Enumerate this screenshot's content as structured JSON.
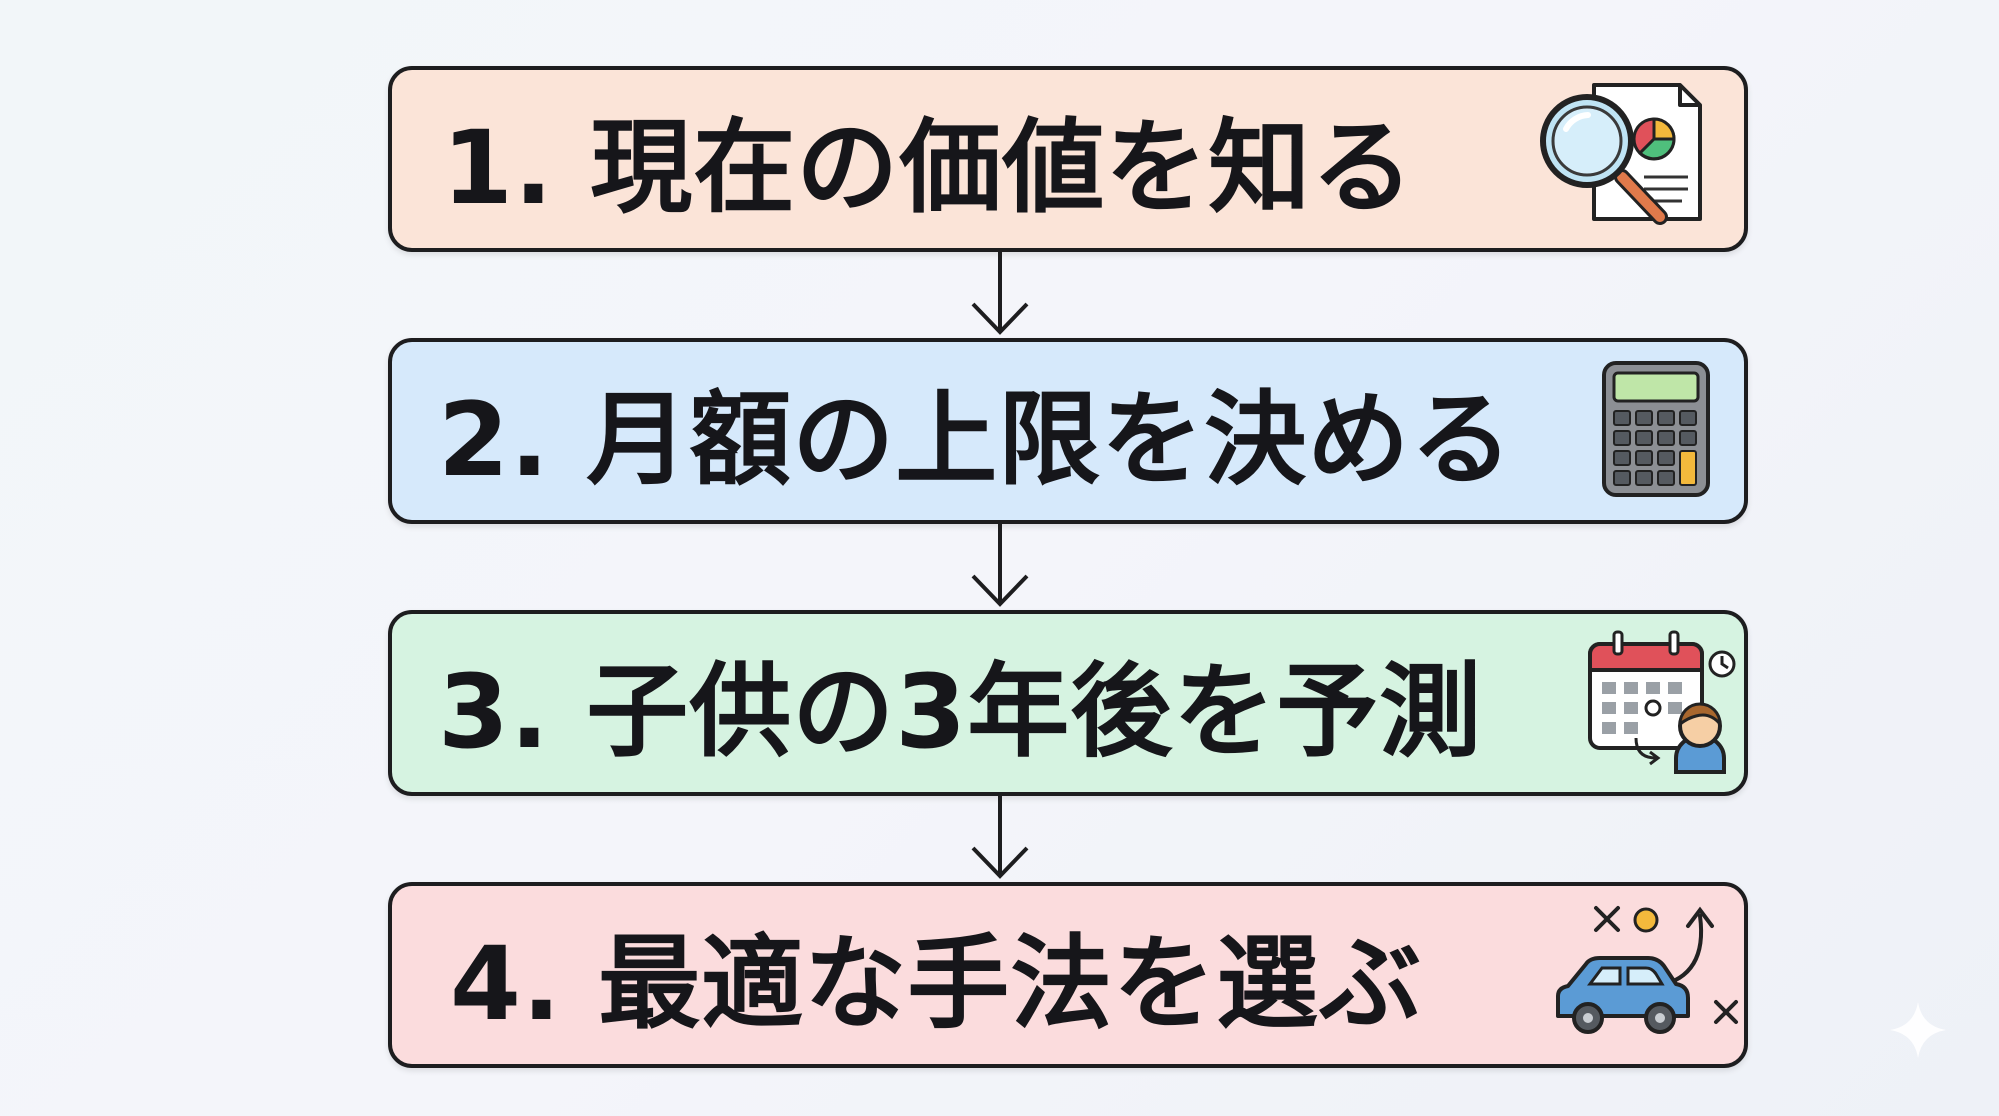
{
  "steps": [
    {
      "label": "1. 現在の価値を知る",
      "color": "#fbe4d8",
      "icon": "magnifier-report-icon"
    },
    {
      "label": "2. 月額の上限を決める",
      "color": "#d6e9fb",
      "icon": "calculator-icon"
    },
    {
      "label": "3. 子供の3年後を予測",
      "color": "#d6f3e1",
      "icon": "calendar-child-icon"
    },
    {
      "label": "4. 最適な手法を選ぶ",
      "color": "#fbdcdd",
      "icon": "car-route-icon"
    }
  ],
  "connector_icon": "arrow-down-icon",
  "corner_icon": "sparkle-icon"
}
